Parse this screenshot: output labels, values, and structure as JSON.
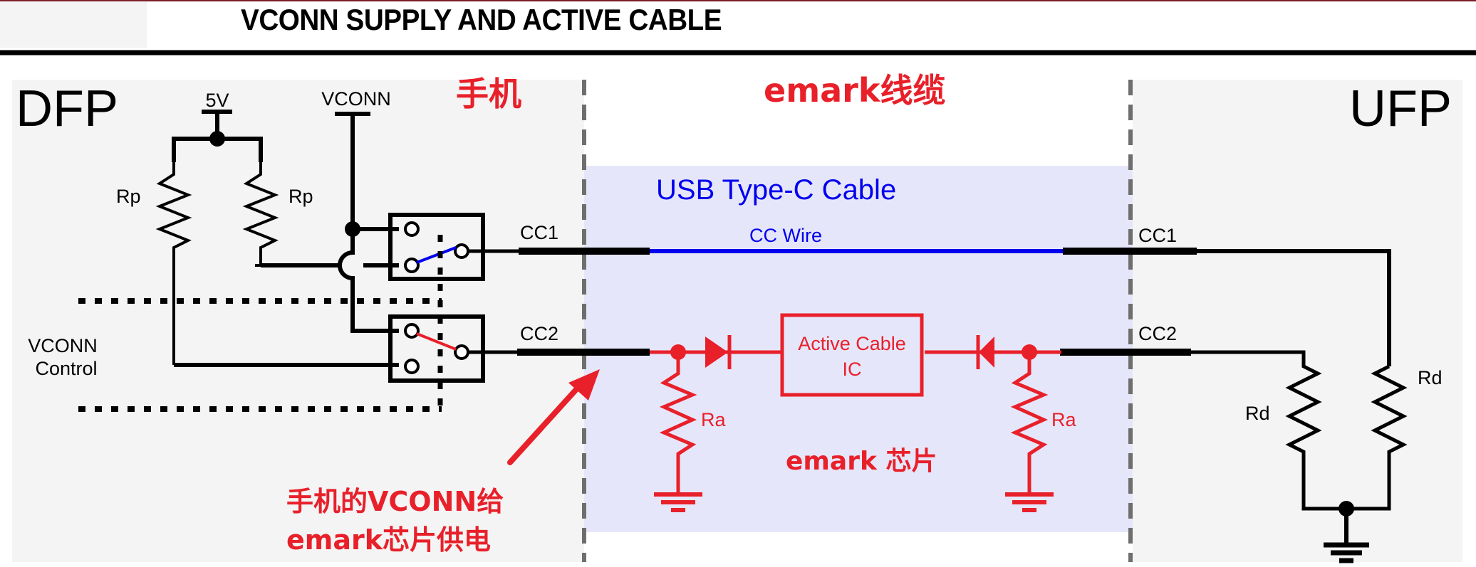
{
  "header": {
    "title": "VCONN SUPPLY AND ACTIVE CABLE"
  },
  "colors": {
    "accent_red": "#e8202a",
    "cable_blue": "#0000ee",
    "cable_region": "#e6e6fa",
    "port_region": "#f4f4f4",
    "divider": "#6e6e6e",
    "top_line": "#7a1f2a"
  },
  "dfp": {
    "label": "DFP",
    "annotation": "手机",
    "supply_5v": "5V",
    "supply_vconn": "VCONN",
    "rp_left": "Rp",
    "rp_right": "Rp",
    "cc1": "CC1",
    "cc2": "CC2",
    "vconn_control_line1": "VCONN",
    "vconn_control_line2": "Control"
  },
  "cable": {
    "annotation": "emark线缆",
    "title": "USB Type-C Cable",
    "cc_wire": "CC Wire",
    "ic_line1": "Active Cable",
    "ic_line2": "IC",
    "ra_left": "Ra",
    "ra_right": "Ra",
    "chip_annotation": "emark 芯片"
  },
  "ufp": {
    "label": "UFP",
    "cc1": "CC1",
    "cc2": "CC2",
    "rd_left": "Rd",
    "rd_right": "Rd"
  },
  "callout": {
    "line1": "手机的VCONN给",
    "line2": "emark芯片供电"
  }
}
